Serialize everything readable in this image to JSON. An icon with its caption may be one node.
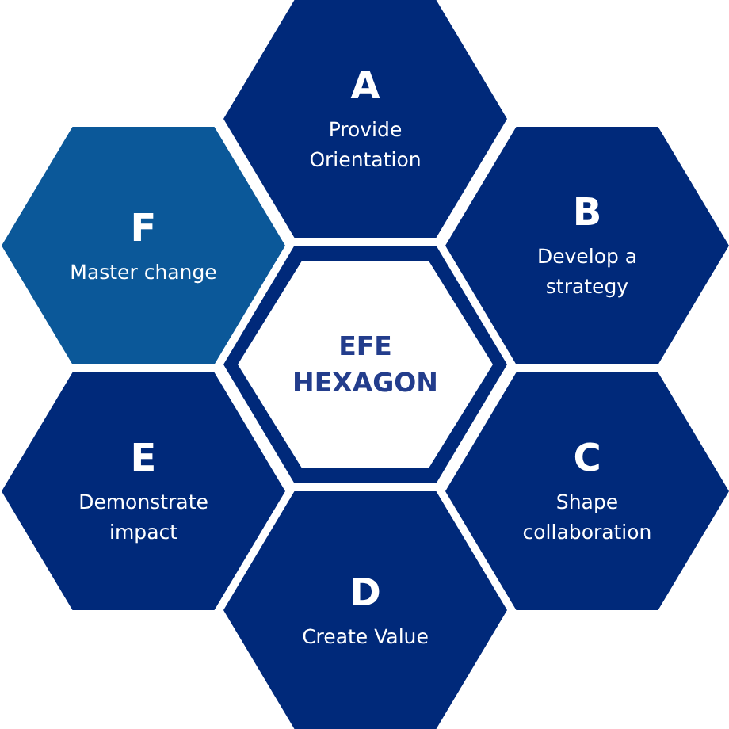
{
  "diagram": {
    "nodes": [
      {
        "text": [
          "A",
          "Provide Orientation"
        ]
      },
      {
        "text": [
          "B",
          "Develop a strategy"
        ]
      },
      {
        "text": [
          "C",
          "Shape collaboration"
        ]
      },
      {
        "text": [
          "D",
          "Create Value"
        ]
      },
      {
        "text": [
          "E",
          "Demonstrate impact"
        ]
      },
      {
        "text": [
          "F",
          "Master change"
        ]
      },
      {
        "text": [
          "EFE HEXAGON"
        ]
      }
    ]
  }
}
